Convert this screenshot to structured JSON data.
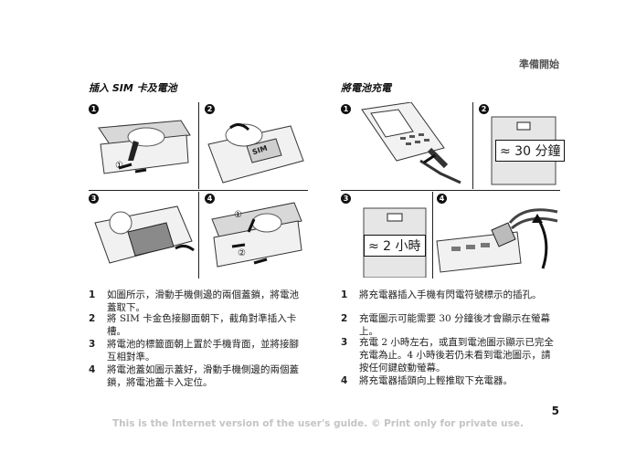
{
  "header": {
    "section": "準備開始"
  },
  "left": {
    "title": "插入 SIM 卡及電池",
    "badges": [
      "1",
      "2",
      "3",
      "4"
    ],
    "panel_labels": {
      "p1_circle": "①",
      "p4_circle1": "①",
      "p4_circle2": "②",
      "sim_label": "SIM"
    },
    "steps": [
      {
        "num": "1",
        "text": "如圖所示，滑動手機側邊的兩個蓋鎖，將電池蓋取下。"
      },
      {
        "num": "2",
        "text": "將 SIM 卡金色接腳面朝下，截角對準插入卡槽。"
      },
      {
        "num": "3",
        "text": "將電池的標籤面朝上置於手機背面，並將接腳互相對準。"
      },
      {
        "num": "4",
        "text": "將電池蓋如圖示蓋好，滑動手機側邊的兩個蓋鎖，將電池蓋卡入定位。"
      }
    ]
  },
  "right": {
    "title": "將電池充電",
    "badges": [
      "1",
      "2",
      "3",
      "4"
    ],
    "callout_30": "≈ 30 分鐘",
    "callout_2h": "≈ 2 小時",
    "steps": [
      {
        "num": "1",
        "text": "將充電器插入手機有閃電符號標示的插孔。"
      },
      {
        "num": "2",
        "text": "充電圖示可能需要 30 分鐘後才會顯示在螢幕上。"
      },
      {
        "num": "3",
        "text": "充電 2 小時左右，或直到電池圖示顯示已完全充電為止。4 小時後若仍未看到電池圖示，請按任何鍵啟動螢幕。"
      },
      {
        "num": "4",
        "text": "將充電器插頭向上輕推取下充電器。"
      }
    ]
  },
  "page_number": "5",
  "footer": "This is the Internet version of the user's guide. © Print only for private use."
}
